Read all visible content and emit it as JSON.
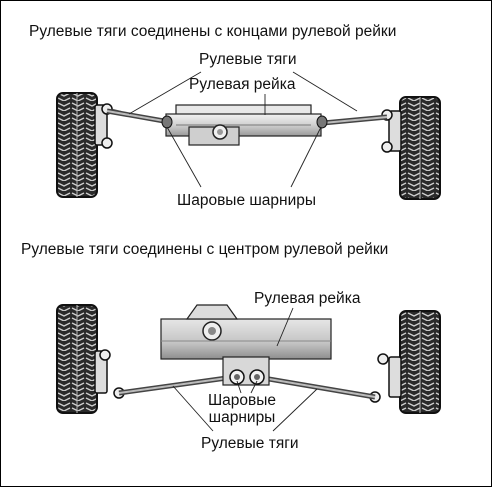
{
  "diagram1": {
    "title": "Рулевые тяги соединены с концами рулевой рейки",
    "label_tie_rods": "Рулевые тяги",
    "label_rack": "Рулевая рейка",
    "label_ball_joints": "Шаровые шарниры"
  },
  "diagram2": {
    "title": "Рулевые тяги соединены с центром рулевой рейки",
    "label_rack": "Рулевая рейка",
    "label_ball_joints_line1": "Шаровые",
    "label_ball_joints_line2": "шарниры",
    "label_tie_rods": "Рулевые тяги"
  }
}
